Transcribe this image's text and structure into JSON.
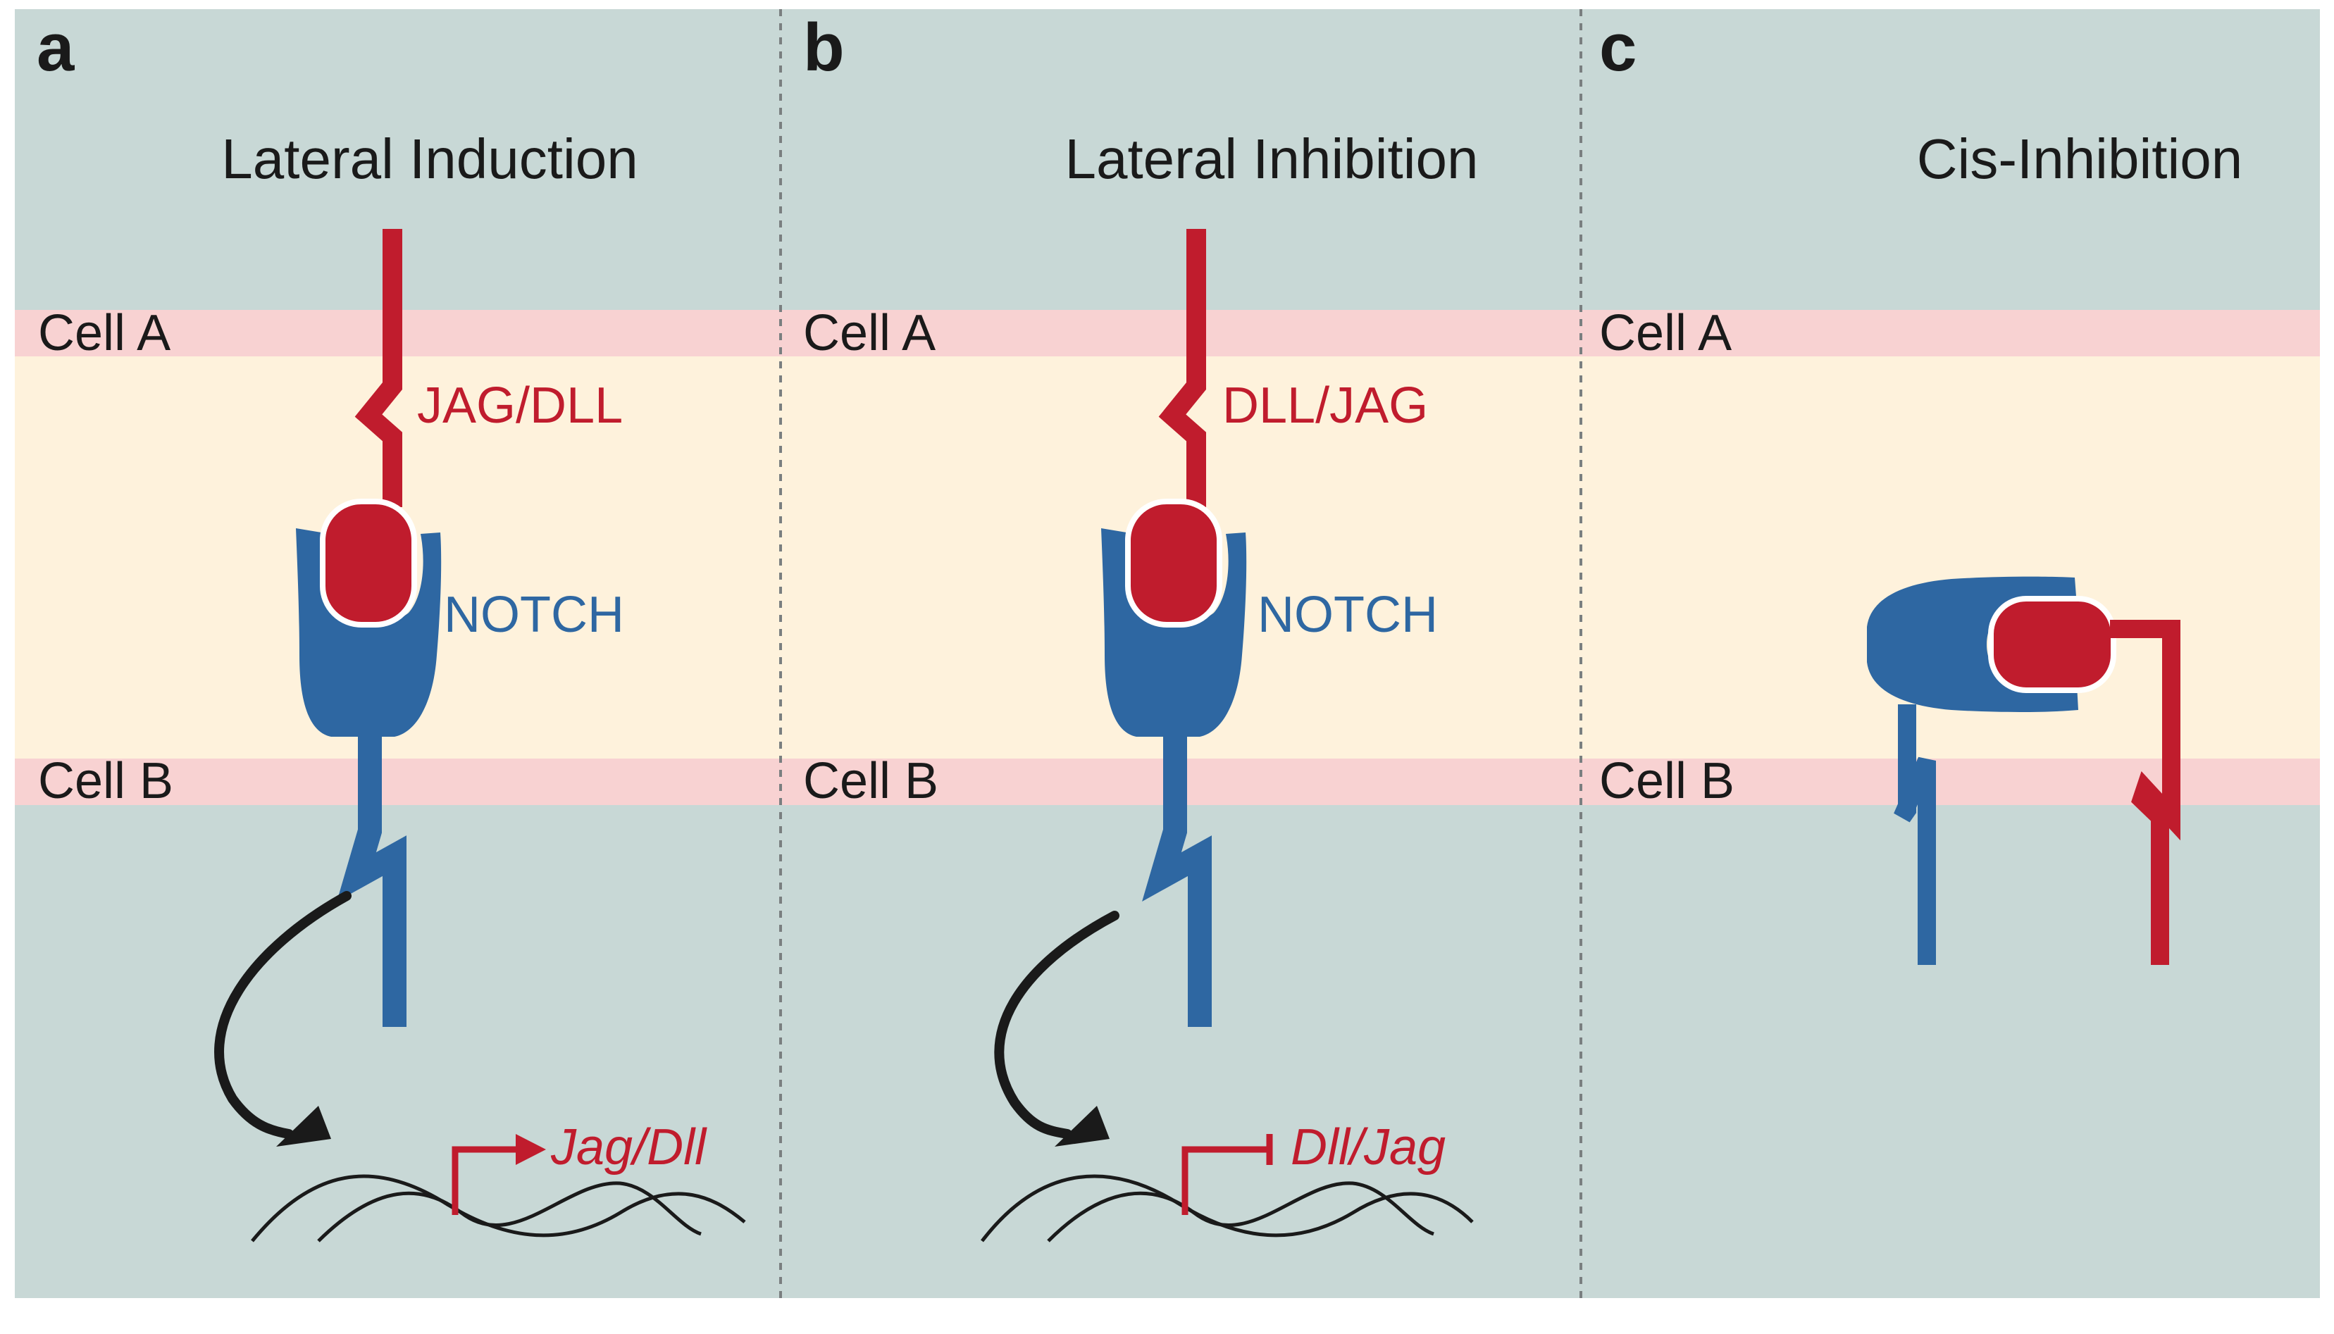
{
  "colors": {
    "outer_bg": "#c8d8d6",
    "membrane": "#f8d2d2",
    "intercellular": "#fef2dc",
    "ligand": "#c01c2d",
    "notch": "#2e67a2",
    "arrow": "#1a1a1a",
    "dna": "#1a1a1a",
    "divider": "#7a7f80"
  },
  "panels": [
    {
      "letter": "a",
      "title": "Lateral Induction",
      "cell_a_label": "Cell A",
      "cell_b_label": "Cell B",
      "ligand_label": "JAG/DLL",
      "notch_label": "NOTCH",
      "gene_label": "Jag/Dll",
      "promoter": "activation"
    },
    {
      "letter": "b",
      "title": "Lateral Inhibition",
      "cell_a_label": "Cell A",
      "cell_b_label": "Cell B",
      "ligand_label": "DLL/JAG",
      "notch_label": "NOTCH",
      "gene_label": "Dll/Jag",
      "promoter": "repression"
    },
    {
      "letter": "c",
      "title": "Cis-Inhibition",
      "cell_a_label": "Cell A",
      "cell_b_label": "Cell B"
    }
  ]
}
